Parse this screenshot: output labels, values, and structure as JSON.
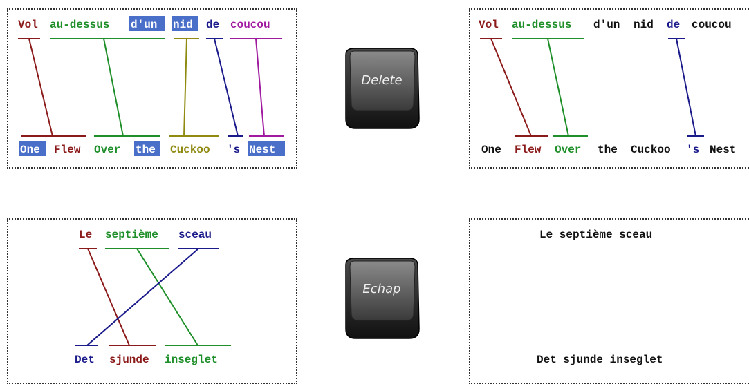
{
  "colors": {
    "red": "#8b1a1a",
    "green": "#1f8f2a",
    "olive": "#8f8a10",
    "blue": "#1a1a8b",
    "magenta": "#a01aa0",
    "black": "#111111",
    "highlight": "#4a6fc8"
  },
  "panel1": {
    "source": [
      "Vol",
      "au-dessus",
      "d'un",
      "nid",
      "de",
      "coucou"
    ],
    "target": [
      "One",
      "Flew",
      "Over",
      "the",
      "Cuckoo",
      "'s",
      "Nest"
    ]
  },
  "panel2": {
    "source": [
      "Vol",
      "au-dessus",
      "d'un",
      "nid",
      "de",
      "coucou"
    ],
    "target": [
      "One",
      "Flew",
      "Over",
      "the",
      "Cuckoo",
      "'s",
      "Nest"
    ]
  },
  "panel3": {
    "source": [
      "Le",
      "septième",
      "sceau"
    ],
    "target": [
      "Det",
      "sjunde",
      "inseglet"
    ]
  },
  "panel4": {
    "source": "Le septième sceau",
    "target": "Det sjunde inseglet"
  },
  "keys": {
    "delete_label": "Delete",
    "escape_label": "Echap"
  }
}
